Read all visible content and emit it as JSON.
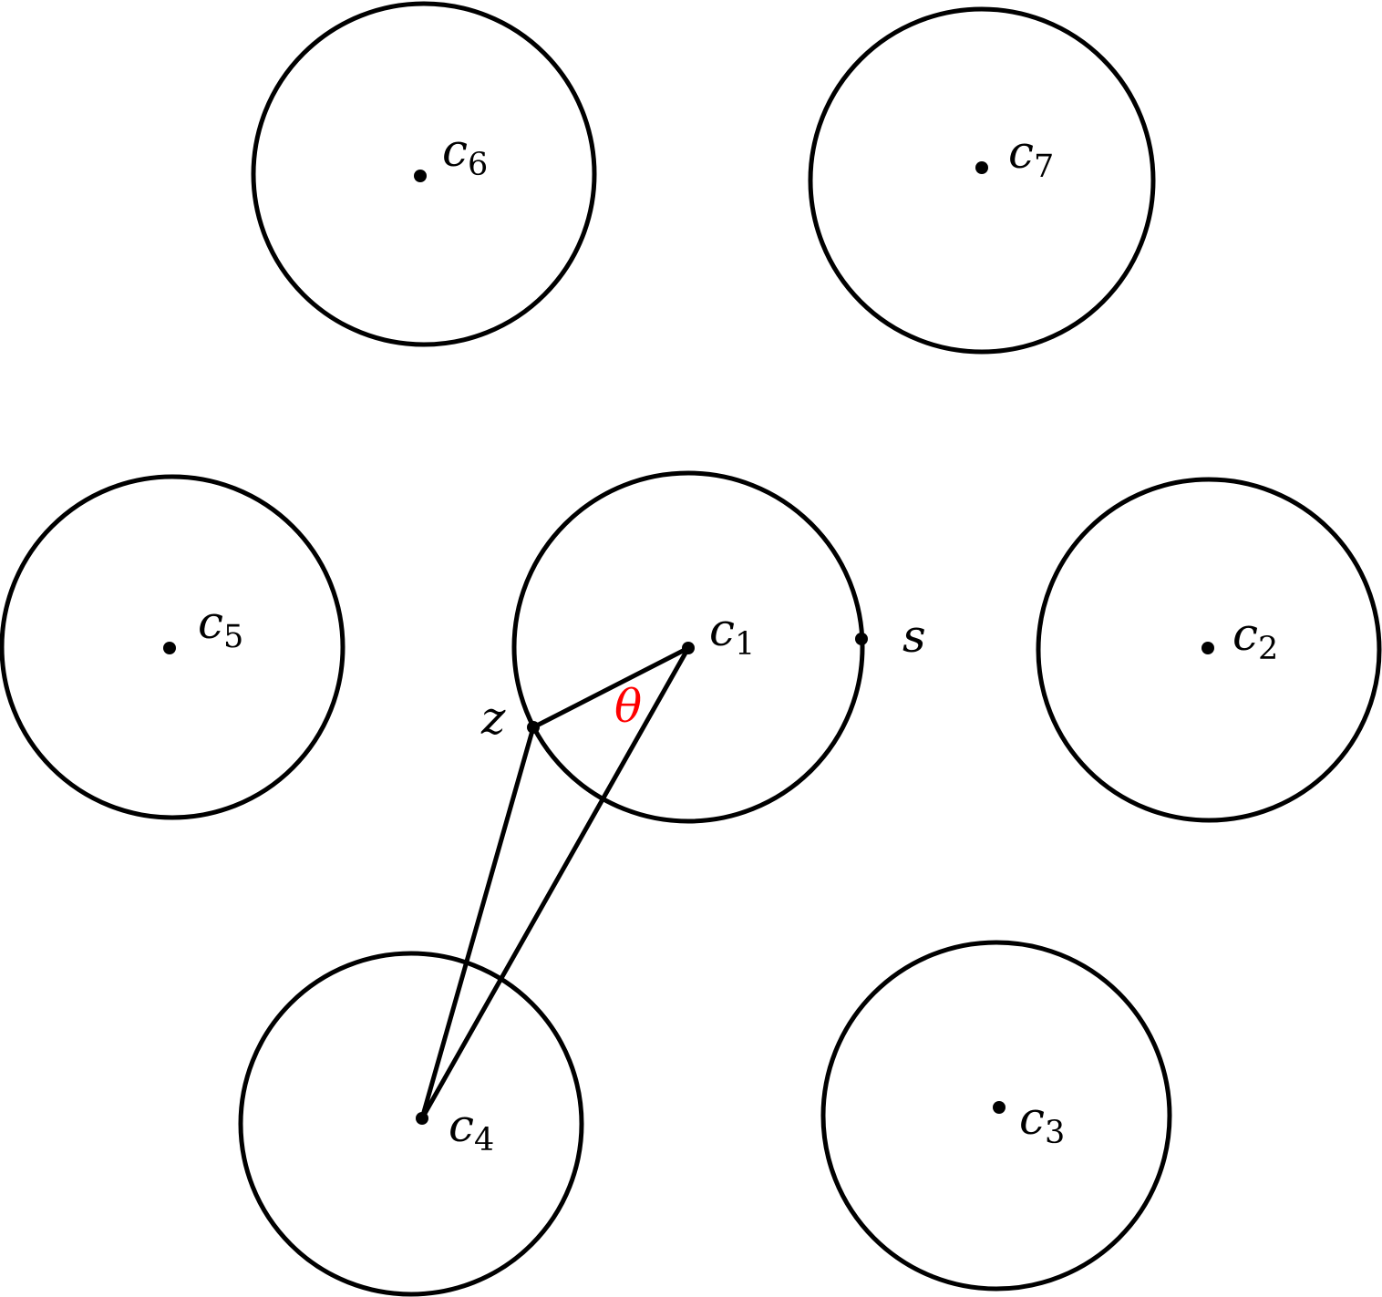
{
  "centers": [
    {
      "id": "c1",
      "letter": "c",
      "subscript": "1"
    },
    {
      "id": "c2",
      "letter": "c",
      "subscript": "2"
    },
    {
      "id": "c3",
      "letter": "c",
      "subscript": "3"
    },
    {
      "id": "c4",
      "letter": "c",
      "subscript": "4"
    },
    {
      "id": "c5",
      "letter": "c",
      "subscript": "5"
    },
    {
      "id": "c6",
      "letter": "c",
      "subscript": "6"
    },
    {
      "id": "c7",
      "letter": "c",
      "subscript": "7"
    }
  ],
  "points": {
    "s": {
      "label": "s"
    },
    "z": {
      "label": "z"
    }
  },
  "segments": [
    {
      "from": "c1",
      "to": "z"
    },
    {
      "from": "c1",
      "to": "c4"
    },
    {
      "from": "z",
      "to": "c4"
    }
  ],
  "angle": {
    "label": "θ",
    "vertex": "c1",
    "color": "#ff0000"
  },
  "colors": {
    "stroke": "#000000",
    "angle_label": "#ff0000",
    "background": "#ffffff"
  }
}
